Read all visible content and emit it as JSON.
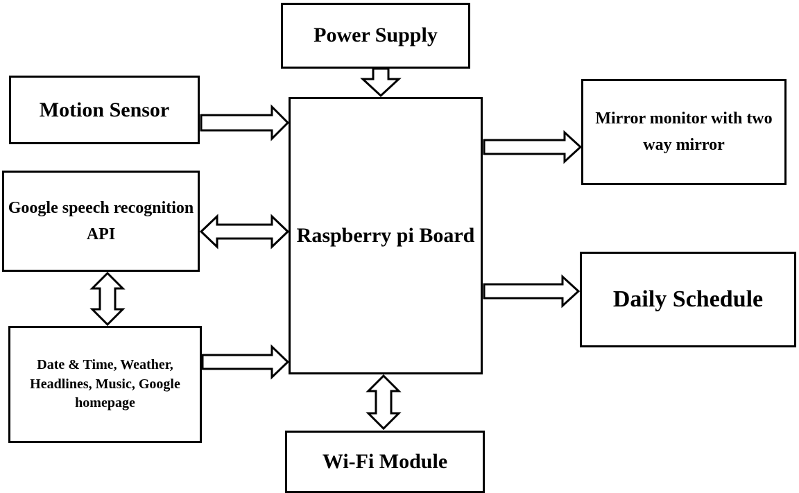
{
  "blocks": {
    "power": "Power Supply",
    "motion": "Motion Sensor",
    "google": "Google speech recognition API",
    "datetime": "Date & Time, Weather, Headlines, Music, Google homepage",
    "rpi": "Raspberry pi Board",
    "mirror": "Mirror monitor with two way mirror",
    "daily": "Daily Schedule",
    "wifi": "Wi-Fi Module"
  },
  "colors": {
    "stroke": "#000000",
    "fill": "#ffffff"
  }
}
